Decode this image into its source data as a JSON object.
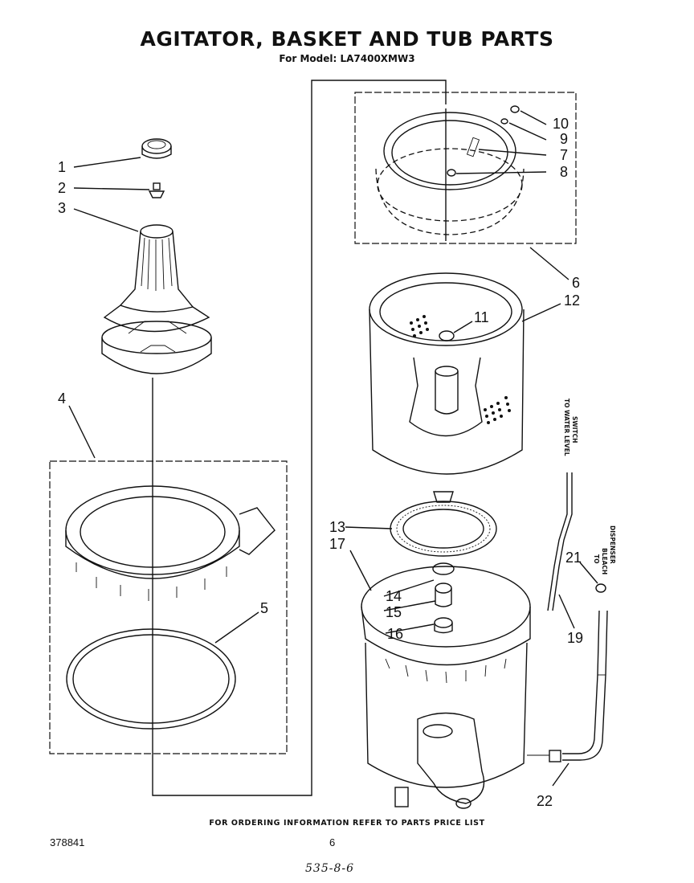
{
  "header": {
    "title": "AGITATOR, BASKET AND TUB PARTS",
    "subtitle": "For Model: LA7400XMW3"
  },
  "callouts": [
    "1",
    "2",
    "3",
    "4",
    "5",
    "6",
    "7",
    "8",
    "9",
    "10",
    "11",
    "12",
    "13",
    "14",
    "15",
    "16",
    "17",
    "19",
    "21",
    "22"
  ],
  "side_labels": {
    "water_level_line1": "TO WATER LEVEL",
    "water_level_line2": "SWITCH",
    "bleach_line1": "TO",
    "bleach_line2": "BLEACH",
    "bleach_line3": "DISPENSER"
  },
  "footer": {
    "note": "FOR ORDERING INFORMATION REFER TO PARTS PRICE LIST",
    "doc_number": "378841",
    "page_number": "6",
    "handwritten": "535-8-6"
  }
}
